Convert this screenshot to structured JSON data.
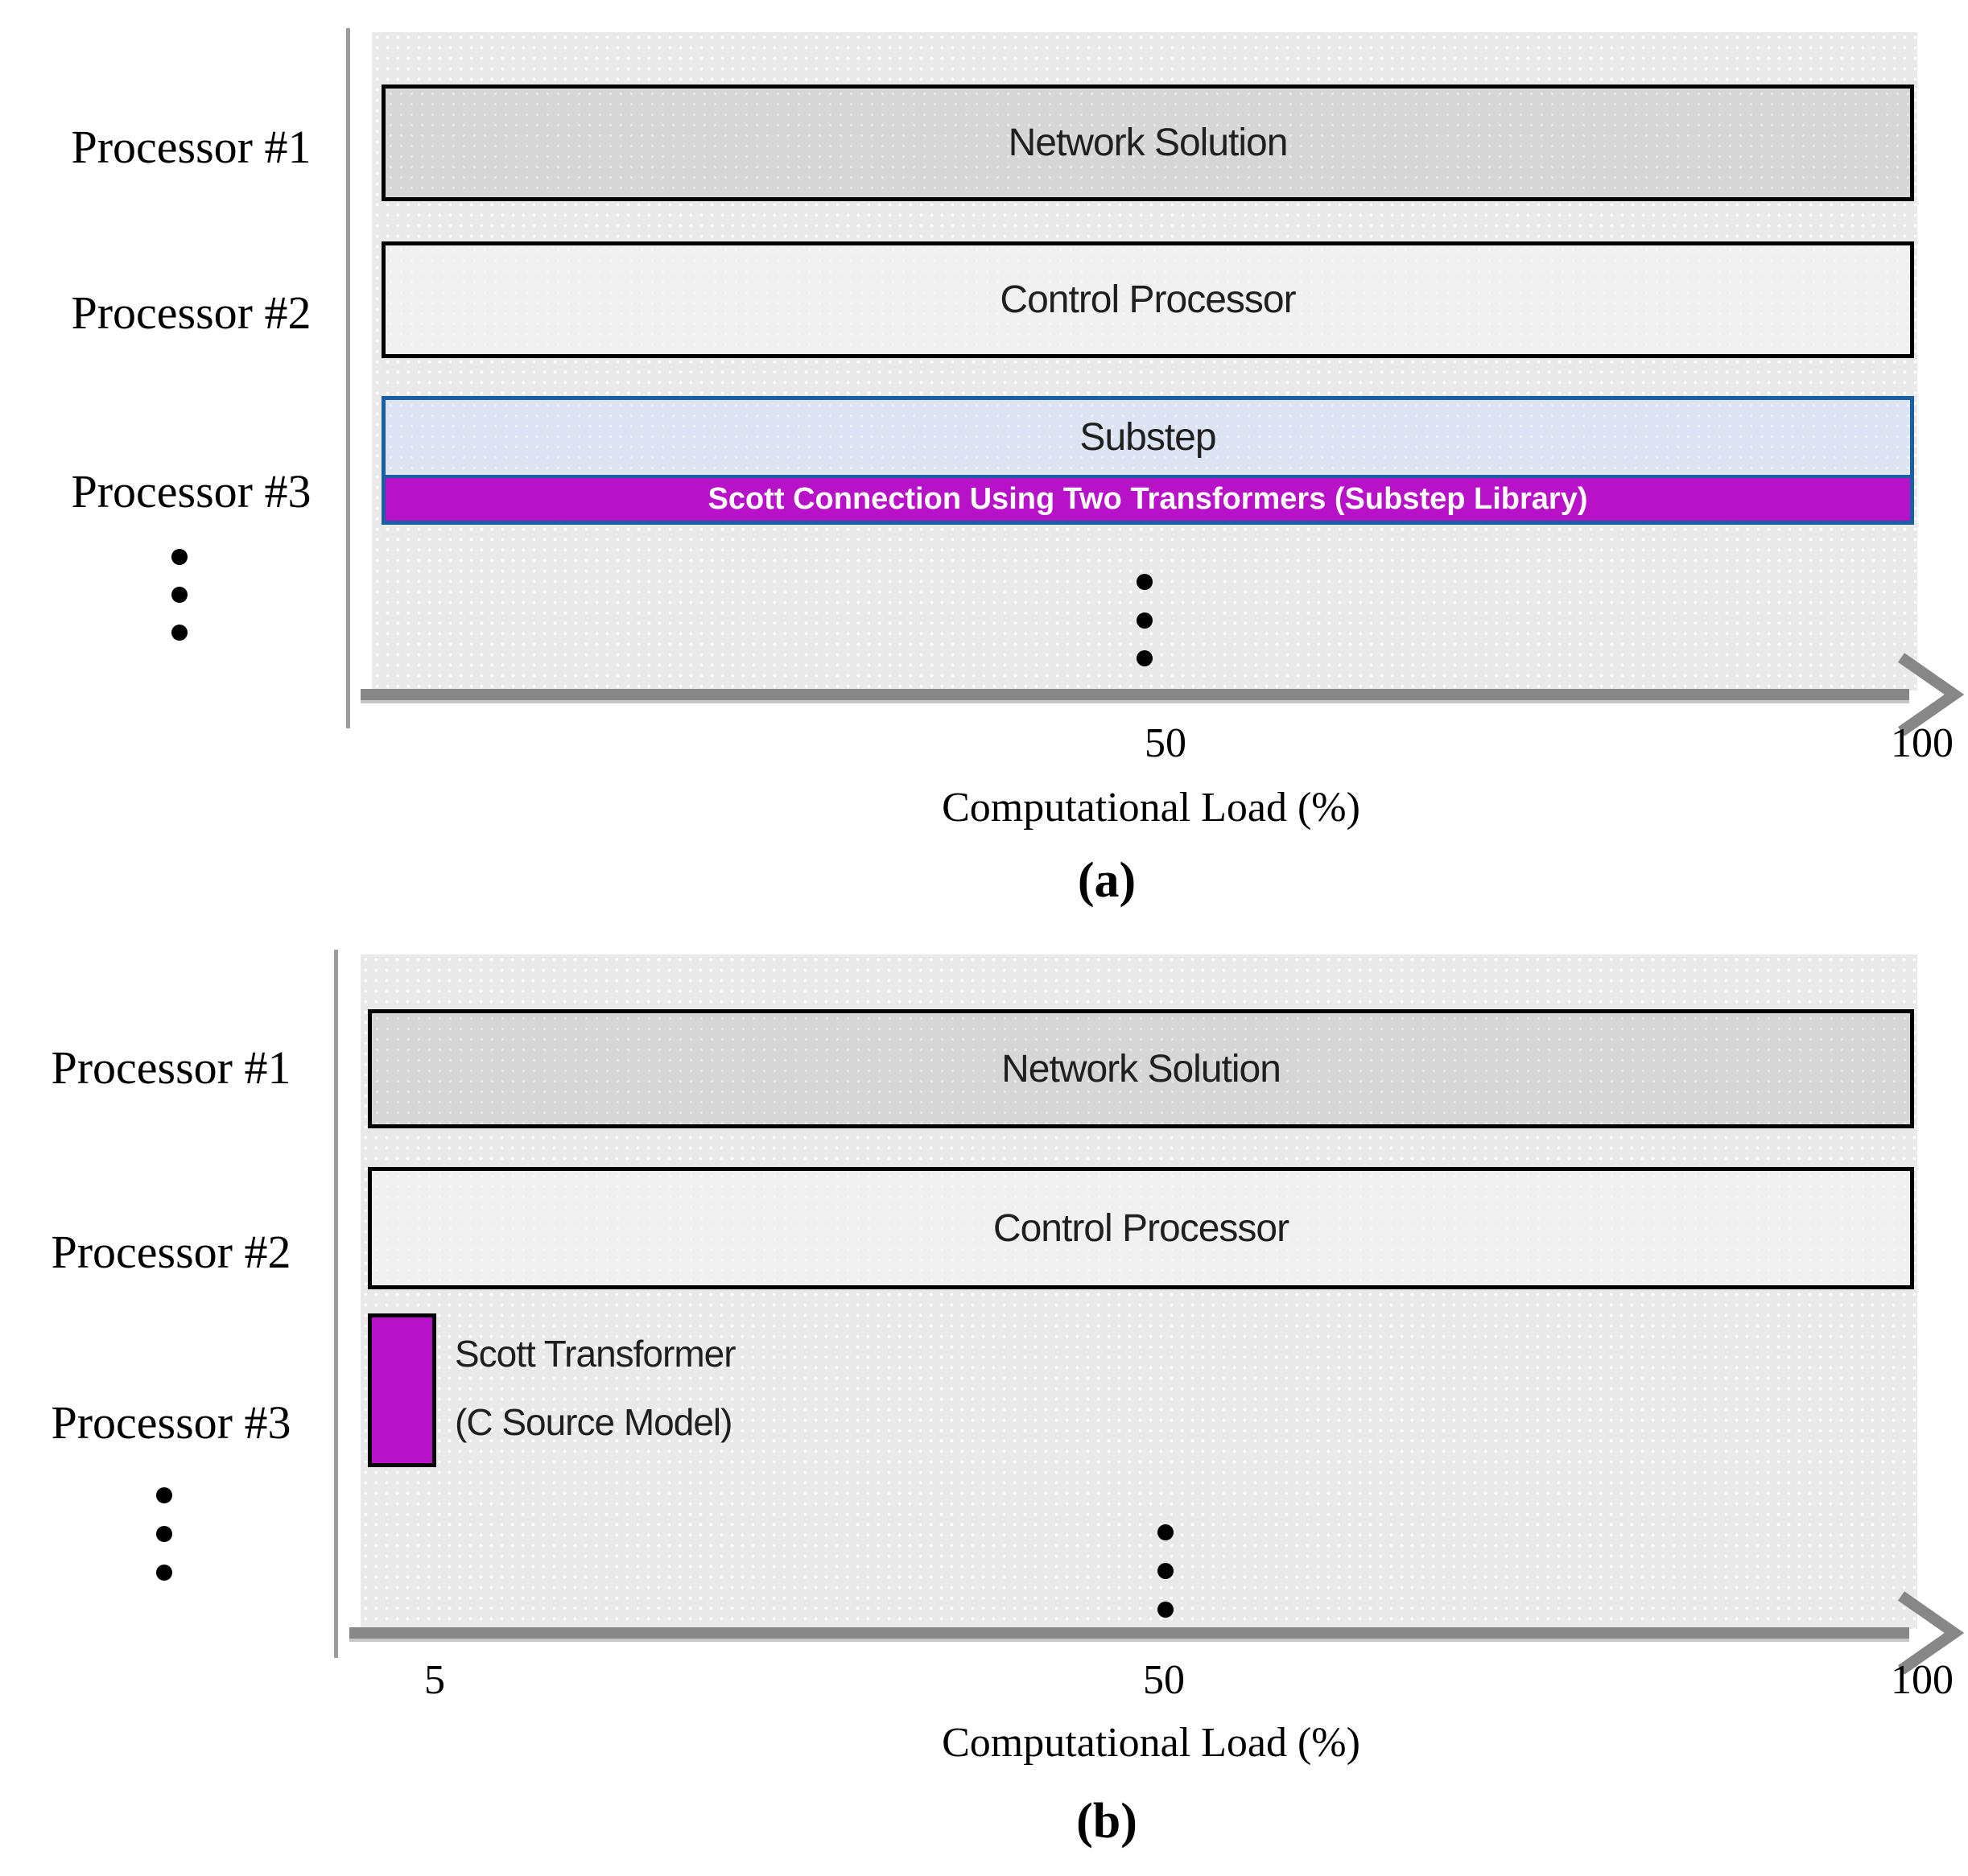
{
  "panels": {
    "a": {
      "caption": "(a)",
      "xlabel": "Computational Load (%)",
      "processor_labels": [
        "Processor #1",
        "Processor #2",
        "Processor #3"
      ],
      "tick_labels": [
        "50",
        "100"
      ],
      "bars": {
        "network": {
          "label": "Network Solution"
        },
        "control": {
          "label": "Control Processor"
        },
        "substep": {
          "label": "Substep"
        },
        "scott": {
          "label": "Scott Connection Using Two Transformers (Substep Library)"
        }
      }
    },
    "b": {
      "caption": "(b)",
      "xlabel": "Computational Load (%)",
      "processor_labels": [
        "Processor #1",
        "Processor #2",
        "Processor #3"
      ],
      "tick_labels": [
        "5",
        "50",
        "100"
      ],
      "bars": {
        "network": {
          "label": "Network Solution"
        },
        "control": {
          "label": "Control Processor"
        },
        "scott": {
          "label_line1": "Scott Transformer",
          "label_line2": "(C Source Model)"
        }
      }
    }
  },
  "colors": {
    "bar_gray": "#d6d6d6",
    "bar_lightgray": "#f0f0f0",
    "substep_fill": "#dce3f2",
    "blue_border": "#1a5fa2",
    "magenta": "#b812c8",
    "panel_background": "#e9e9e9",
    "axis_gray": "#878787",
    "black_border": "#000000"
  },
  "chart_data": [
    {
      "type": "bar",
      "panel": "(a)",
      "orientation": "horizontal",
      "xlabel": "Computational Load (%)",
      "xlim": [
        0,
        100
      ],
      "xticks": [
        50,
        100
      ],
      "grid": false,
      "legend": "none",
      "categories": [
        "Processor #1",
        "Processor #2",
        "Processor #3"
      ],
      "bars": [
        {
          "category": "Processor #1",
          "label": "Network Solution",
          "value": 100,
          "color": "#d6d6d6"
        },
        {
          "category": "Processor #2",
          "label": "Control Processor",
          "value": 100,
          "color": "#f0f0f0"
        },
        {
          "category": "Processor #3",
          "label": "Substep",
          "value": 100,
          "color": "#dce3f2"
        },
        {
          "category": "Processor #3",
          "label": "Scott Connection Using Two Transformers (Substep Library)",
          "value": 100,
          "color": "#b812c8"
        }
      ],
      "annotations": [
        "vertical ellipsis after Processor #3",
        "vertical ellipsis inside plot area"
      ]
    },
    {
      "type": "bar",
      "panel": "(b)",
      "orientation": "horizontal",
      "xlabel": "Computational Load (%)",
      "xlim": [
        0,
        100
      ],
      "xticks": [
        5,
        50,
        100
      ],
      "grid": false,
      "legend": "none",
      "categories": [
        "Processor #1",
        "Processor #2",
        "Processor #3"
      ],
      "bars": [
        {
          "category": "Processor #1",
          "label": "Network Solution",
          "value": 100,
          "color": "#d6d6d6"
        },
        {
          "category": "Processor #2",
          "label": "Control Processor",
          "value": 100,
          "color": "#f0f0f0"
        },
        {
          "category": "Processor #3",
          "label": "Scott Transformer (C Source Model)",
          "value": 5,
          "color": "#b812c8"
        }
      ],
      "annotations": [
        "vertical ellipsis after Processor #3",
        "vertical ellipsis inside plot area"
      ]
    }
  ]
}
